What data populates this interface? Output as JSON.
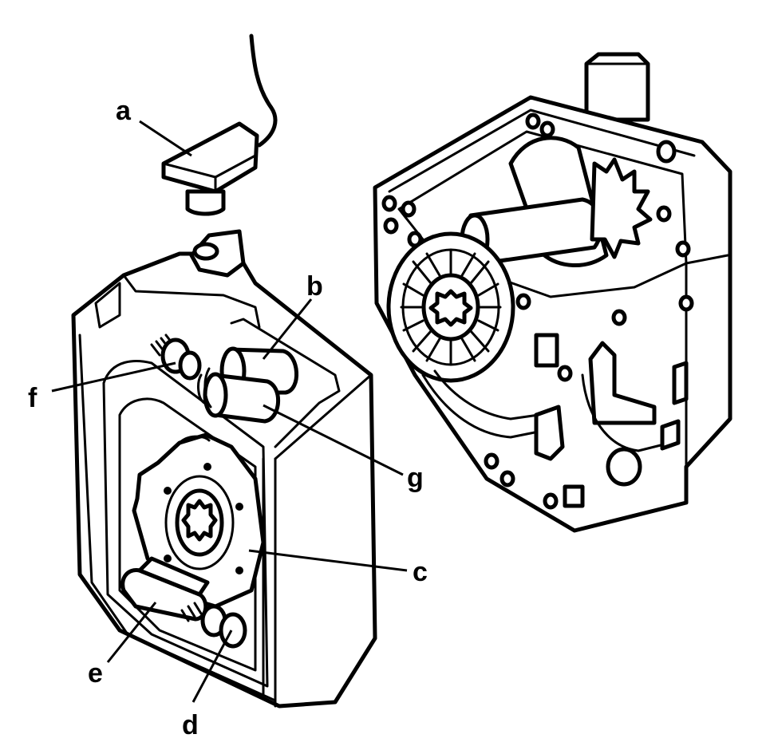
{
  "diagram": {
    "labels": {
      "a": "a",
      "b": "b",
      "c": "c",
      "d": "d",
      "e": "e",
      "f": "f",
      "g": "g"
    },
    "colors": {
      "ink": "#000000",
      "paper": "#ffffff"
    }
  }
}
